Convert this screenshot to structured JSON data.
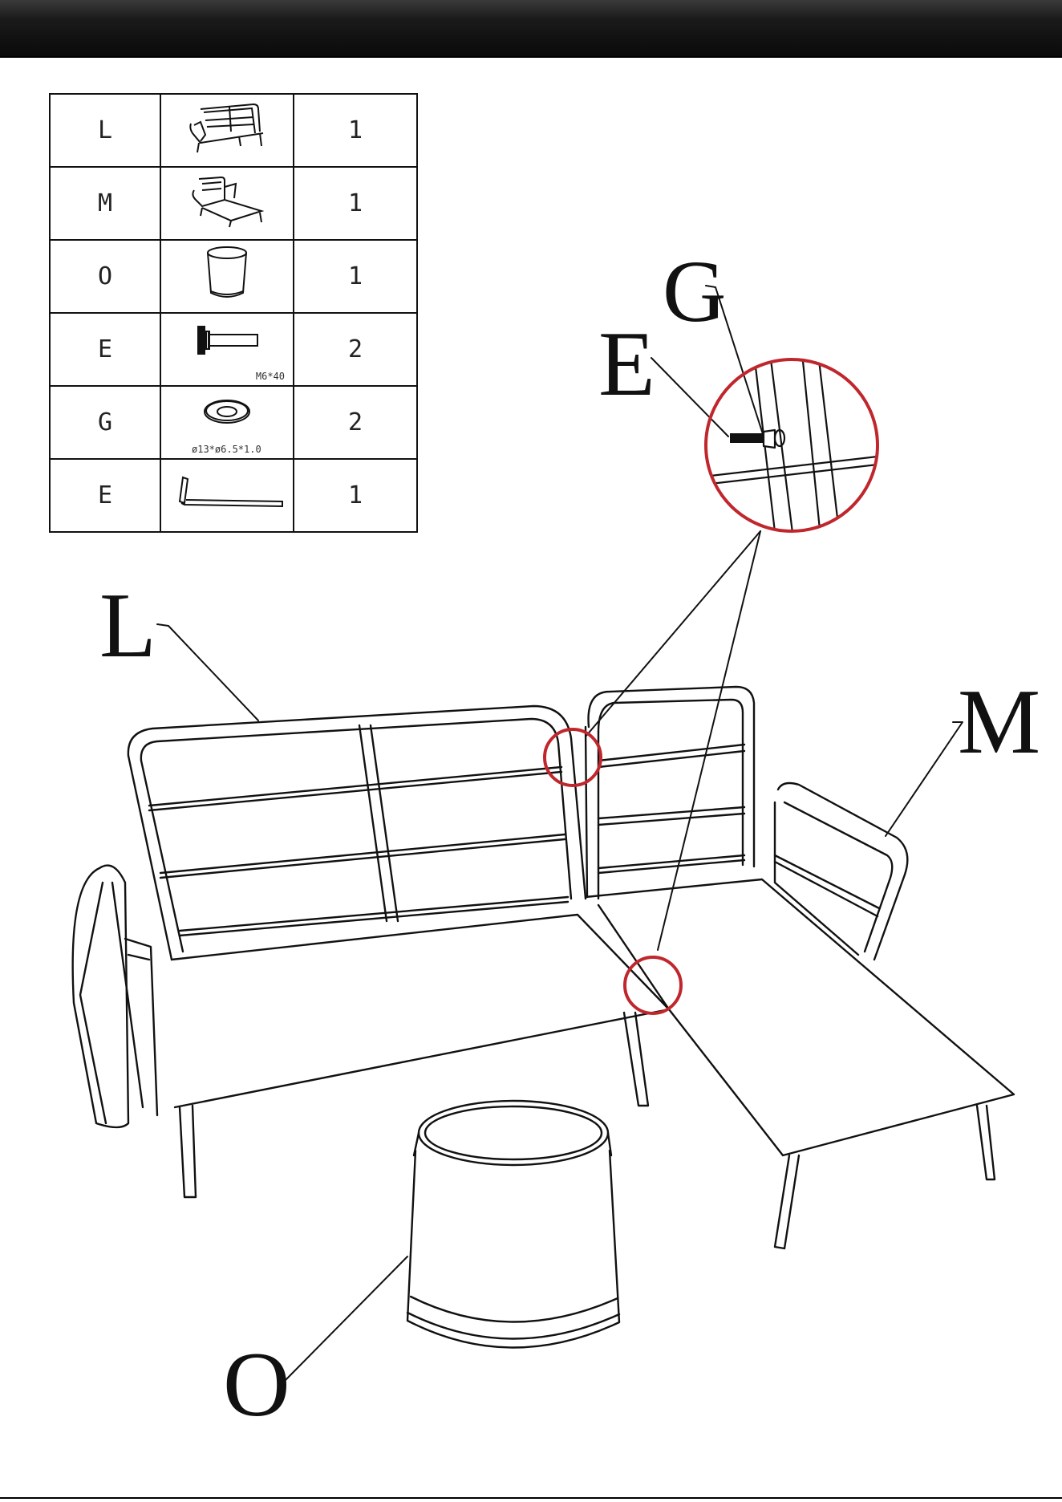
{
  "parts": [
    {
      "letter": "L",
      "icon": "sofa-icon",
      "qty": "1",
      "spec": ""
    },
    {
      "letter": "M",
      "icon": "chaise-icon",
      "qty": "1",
      "spec": ""
    },
    {
      "letter": "O",
      "icon": "side-table-icon",
      "qty": "1",
      "spec": ""
    },
    {
      "letter": "E",
      "icon": "bolt-icon",
      "qty": "2",
      "spec": "M6*40"
    },
    {
      "letter": "G",
      "icon": "washer-icon",
      "qty": "2",
      "spec": "ø13*ø6.5*1.0"
    },
    {
      "letter": "E",
      "icon": "allen-key-icon",
      "qty": "1",
      "spec": ""
    }
  ],
  "callouts": {
    "g": "G",
    "e": "E",
    "l": "L",
    "m": "M",
    "o": "O"
  },
  "colors": {
    "highlight": "#c0272d",
    "line": "#111111",
    "header": "#111111"
  }
}
